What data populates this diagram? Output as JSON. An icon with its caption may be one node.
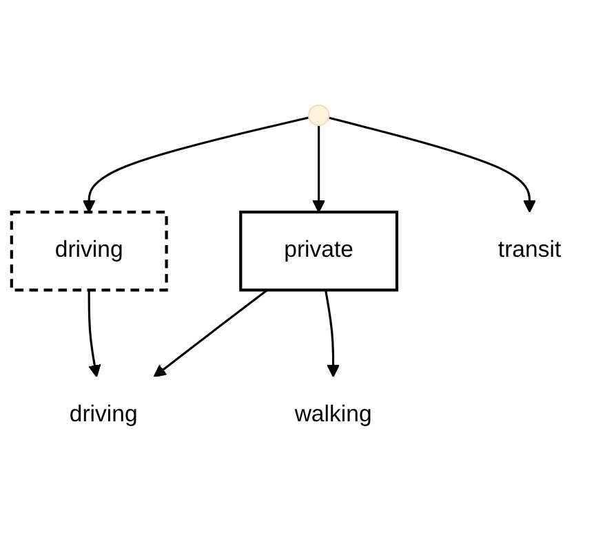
{
  "diagram": {
    "nodes": [
      {
        "text": [],
        "shape": "circle"
      },
      {
        "text": [
          "driving"
        ]
      },
      {
        "text": [
          "private"
        ]
      },
      {
        "text": [
          "transit"
        ]
      },
      {
        "text": [
          "driving"
        ]
      },
      {
        "text": [
          "walking"
        ]
      }
    ],
    "edges": [
      {
        "from": 0,
        "to": 1,
        "arrow": "to"
      },
      {
        "from": 0,
        "to": 2,
        "arrow": "to"
      },
      {
        "from": 0,
        "to": 3,
        "arrow": "to"
      },
      {
        "from": 1,
        "to": 4,
        "arrow": "to"
      },
      {
        "from": 2,
        "to": 4,
        "arrow": "to"
      },
      {
        "from": 2,
        "to": 5,
        "arrow": "to"
      }
    ]
  }
}
